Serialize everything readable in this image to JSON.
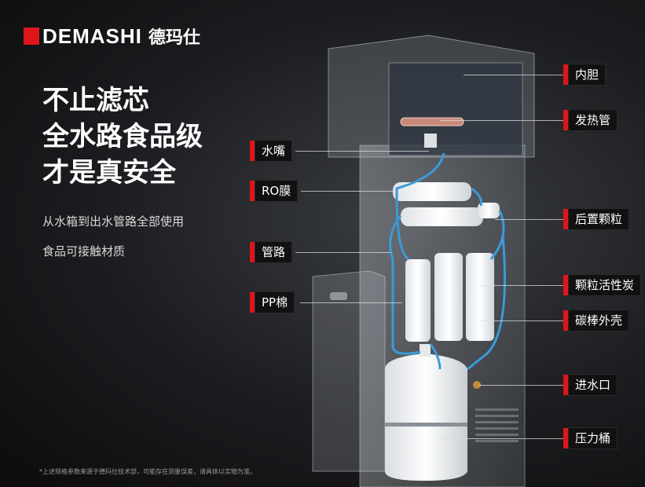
{
  "brand": {
    "name": "DEMASHI",
    "name_cn": "德玛仕"
  },
  "headline": {
    "line1": "不止滤芯",
    "line2": "全水路食品级",
    "line3": "才是真安全"
  },
  "subtext": {
    "line1": "从水箱到出水管路全部使用",
    "line2": "食品可接触材质"
  },
  "labels_left": {
    "faucet": "水嘴",
    "ro": "RO膜",
    "pipe": "管路",
    "pp": "PP棉"
  },
  "labels_right": {
    "inner_tank": "内胆",
    "heating_tube": "发热管",
    "rear_granule": "后置颗粒",
    "granular_carbon": "颗粒活性炭",
    "carbon_rod_shell": "碳棒外壳",
    "water_inlet": "进水口",
    "pressure_tank": "压力桶"
  },
  "footnote": "*上述规格参数来源于德玛仕技术部，可能存在测量误差，请具体以实物为准。",
  "colors": {
    "accent": "#e0151b",
    "pipe": "#3b9ad8"
  }
}
